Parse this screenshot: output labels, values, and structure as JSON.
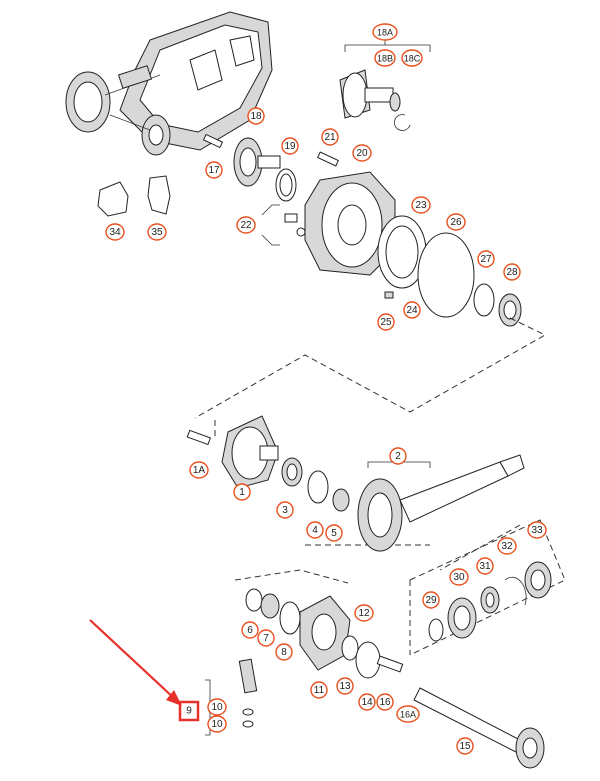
{
  "diagram": {
    "callout_color": "#e8501e",
    "arrow_color": "#e8302a",
    "highlight_color": "#e8302a",
    "callouts": {
      "c18A": "18A",
      "c18B": "18B",
      "c18C": "18C",
      "c18": "18",
      "c17": "17",
      "c19": "19",
      "c21": "21",
      "c20": "20",
      "c22": "22",
      "c23": "23",
      "c26": "26",
      "c27": "27",
      "c28": "28",
      "c24": "24",
      "c25": "25",
      "c34": "34",
      "c35": "35",
      "c1A": "1A",
      "c1": "1",
      "c2": "2",
      "c3": "3",
      "c4": "4",
      "c5": "5",
      "c33": "33",
      "c32": "32",
      "c31": "31",
      "c30": "30",
      "c29": "29",
      "c6": "6",
      "c7": "7",
      "c8": "8",
      "c12": "12",
      "c11": "11",
      "c13": "13",
      "c14": "14",
      "c16": "16",
      "c16A": "16A",
      "c15": "15",
      "c10a": "10",
      "c10b": "10"
    },
    "highlighted_label": "9"
  }
}
